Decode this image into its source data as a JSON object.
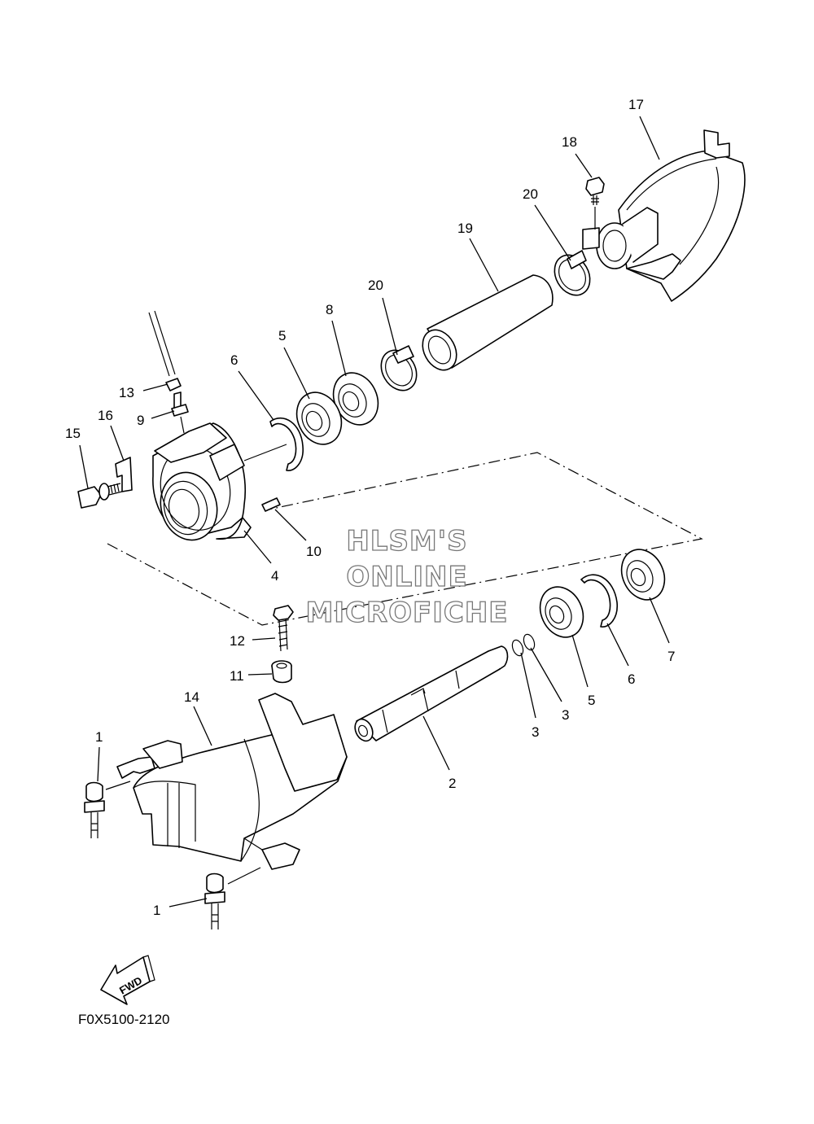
{
  "callouts": {
    "c1a": "1",
    "c1b": "1",
    "c2": "2",
    "c3a": "3",
    "c3b": "3",
    "c4": "4",
    "c5a": "5",
    "c5b": "5",
    "c6a": "6",
    "c6b": "6",
    "c7": "7",
    "c8": "8",
    "c9": "9",
    "c10": "10",
    "c11": "11",
    "c12": "12",
    "c13": "13",
    "c14": "14",
    "c15": "15",
    "c16": "16",
    "c17": "17",
    "c18": "18",
    "c19": "19",
    "c20a": "20",
    "c20b": "20"
  },
  "watermark": {
    "line1": "HLSM'S",
    "line2": "ONLINE",
    "line3": "MICROFICHE"
  },
  "fwd_label": "FWD",
  "figure_code": "F0X5100-2120"
}
